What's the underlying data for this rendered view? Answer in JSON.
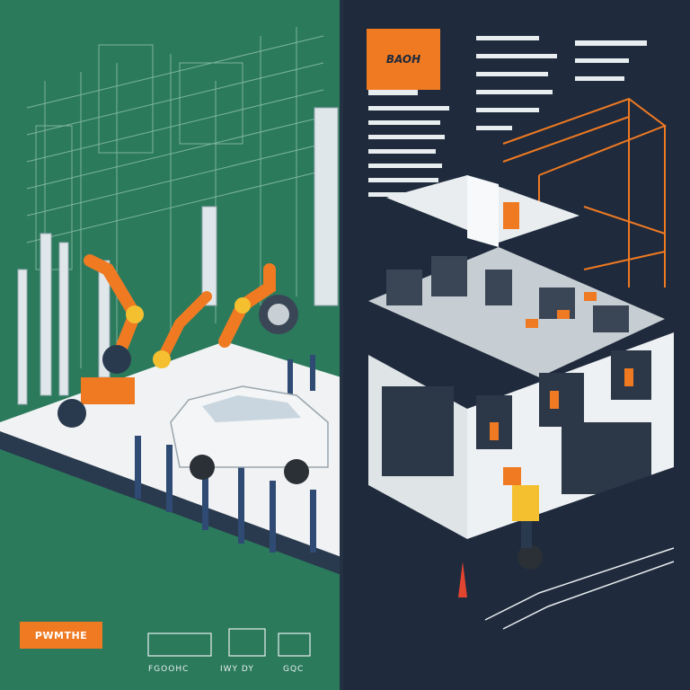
{
  "left_badge": {
    "label": "PWMTHE"
  },
  "right_badge": {
    "label": "BAOH"
  },
  "captions": {
    "c1": "FGOOHC",
    "c2": "IWY DY",
    "c3": "GQC"
  },
  "colors": {
    "left_background": "#2b7a5c",
    "right_background": "#1f2a3c",
    "accent_orange": "#ef7a22",
    "line_white": "#ffffff"
  }
}
